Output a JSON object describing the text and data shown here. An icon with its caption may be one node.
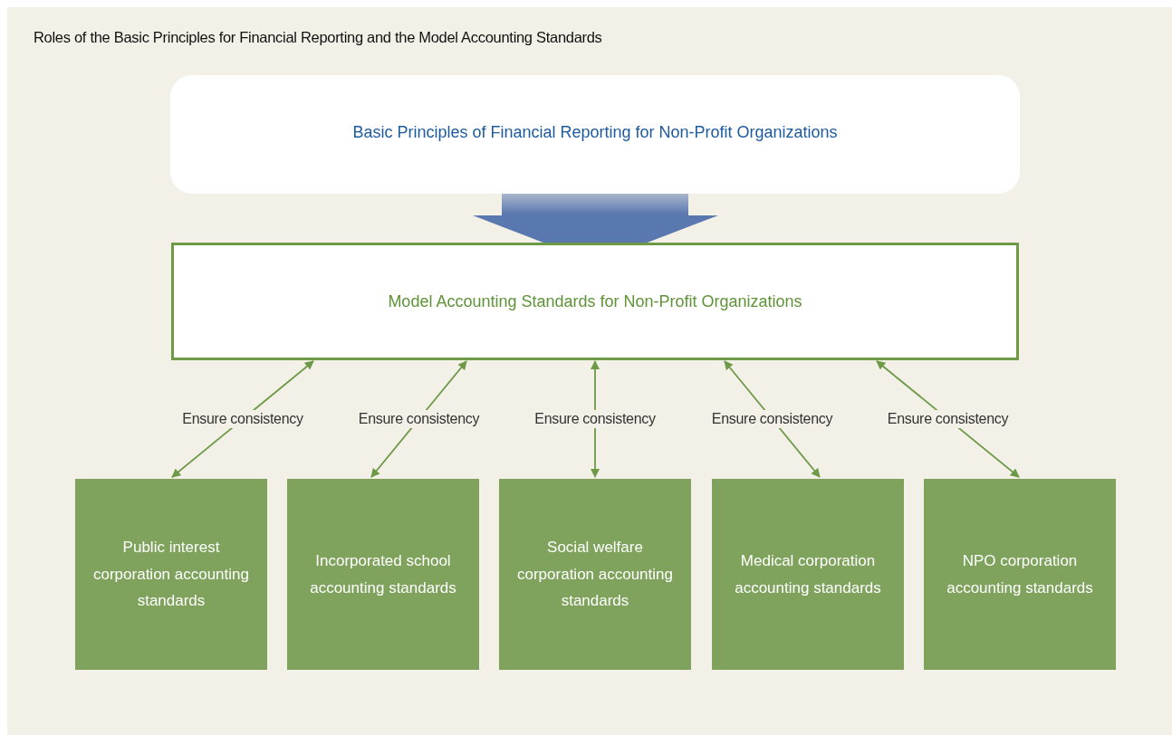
{
  "diagram": {
    "title": "Roles of the Basic Principles for Financial Reporting and the Model Accounting Standards",
    "nodes": [
      {
        "text": [
          "Basic Principles of Financial Reporting for Non-Profit Organizations"
        ]
      },
      {
        "text": [
          "Model Accounting Standards for Non-Profit Organizations"
        ]
      },
      {
        "text": [
          "Public interest corporation accounting standards"
        ]
      },
      {
        "text": [
          "Incorporated school accounting standards"
        ]
      },
      {
        "text": [
          "Social welfare corporation accounting standards"
        ]
      },
      {
        "text": [
          "Medical corporation accounting standards"
        ]
      },
      {
        "text": [
          "NPO corporation accounting standards"
        ]
      }
    ],
    "edges": [
      {
        "from": 0,
        "to": 1,
        "arrow": "to",
        "style": "thick",
        "color": "#5a78b0"
      },
      {
        "from": 1,
        "to": 2,
        "arrow": "both",
        "label": "Ensure consistency"
      },
      {
        "from": 1,
        "to": 3,
        "arrow": "both",
        "label": "Ensure consistency"
      },
      {
        "from": 1,
        "to": 4,
        "arrow": "both",
        "label": "Ensure consistency"
      },
      {
        "from": 1,
        "to": 5,
        "arrow": "both",
        "label": "Ensure consistency"
      },
      {
        "from": 1,
        "to": 6,
        "arrow": "both",
        "label": "Ensure consistency"
      }
    ]
  }
}
